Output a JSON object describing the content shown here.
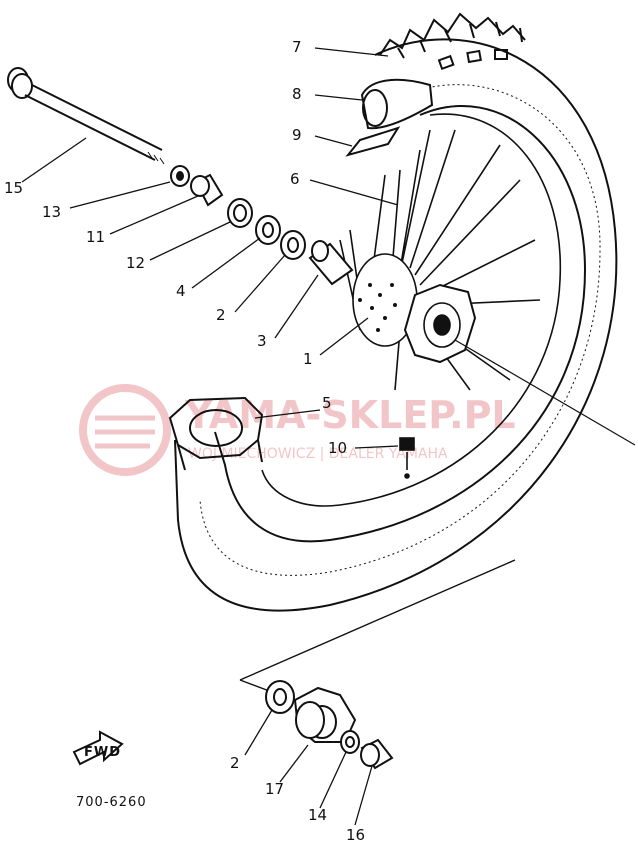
{
  "watermark": {
    "brand": "YAMA-SKLEP.PL",
    "subtitle": "WOJ.MIECHOWICZ | DEALER YAMAHA",
    "color": "#e8969c"
  },
  "callouts": {
    "p1": "1",
    "p2a": "2",
    "p2b": "2",
    "p3": "3",
    "p4": "4",
    "p5": "5",
    "p6": "6",
    "p7": "7",
    "p8": "8",
    "p9": "9",
    "p10": "10",
    "p11": "11",
    "p12": "12",
    "p13": "13",
    "p14": "14",
    "p15": "15",
    "p16": "16",
    "p17": "17"
  },
  "fwd_label": "FWD",
  "diagram_code": "700-6260",
  "colors": {
    "ink": "#111111",
    "background": "#ffffff"
  }
}
